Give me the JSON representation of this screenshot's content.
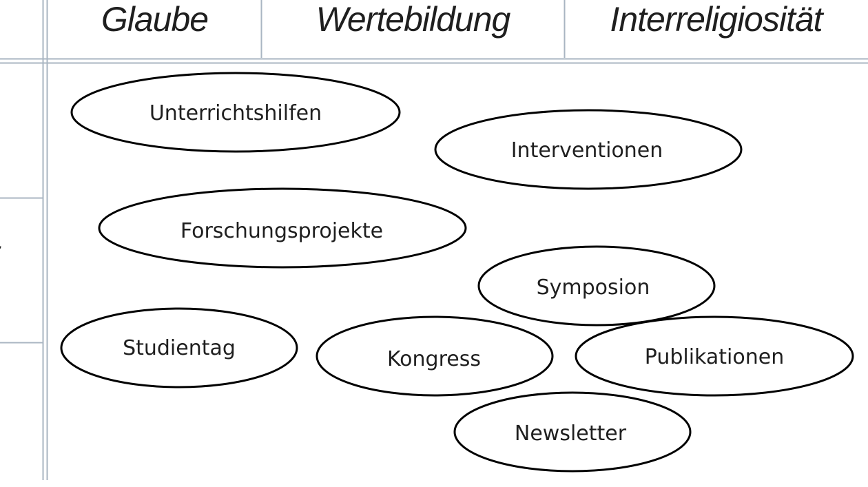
{
  "columns": [
    {
      "label": "Glaube"
    },
    {
      "label": "Wertebildung"
    },
    {
      "label": "Interreligiosität"
    }
  ],
  "row_fragment": "t",
  "ovals": [
    {
      "label": "Unterrichtshilfen"
    },
    {
      "label": "Interventionen"
    },
    {
      "label": "Forschungsprojekte"
    },
    {
      "label": "Symposion"
    },
    {
      "label": "Studientag"
    },
    {
      "label": "Kongress"
    },
    {
      "label": "Publikationen"
    },
    {
      "label": "Newsletter"
    }
  ],
  "colors": {
    "grid_line": "#a9b5c2",
    "oval_stroke": "#000000",
    "text": "#1f1f1f"
  }
}
